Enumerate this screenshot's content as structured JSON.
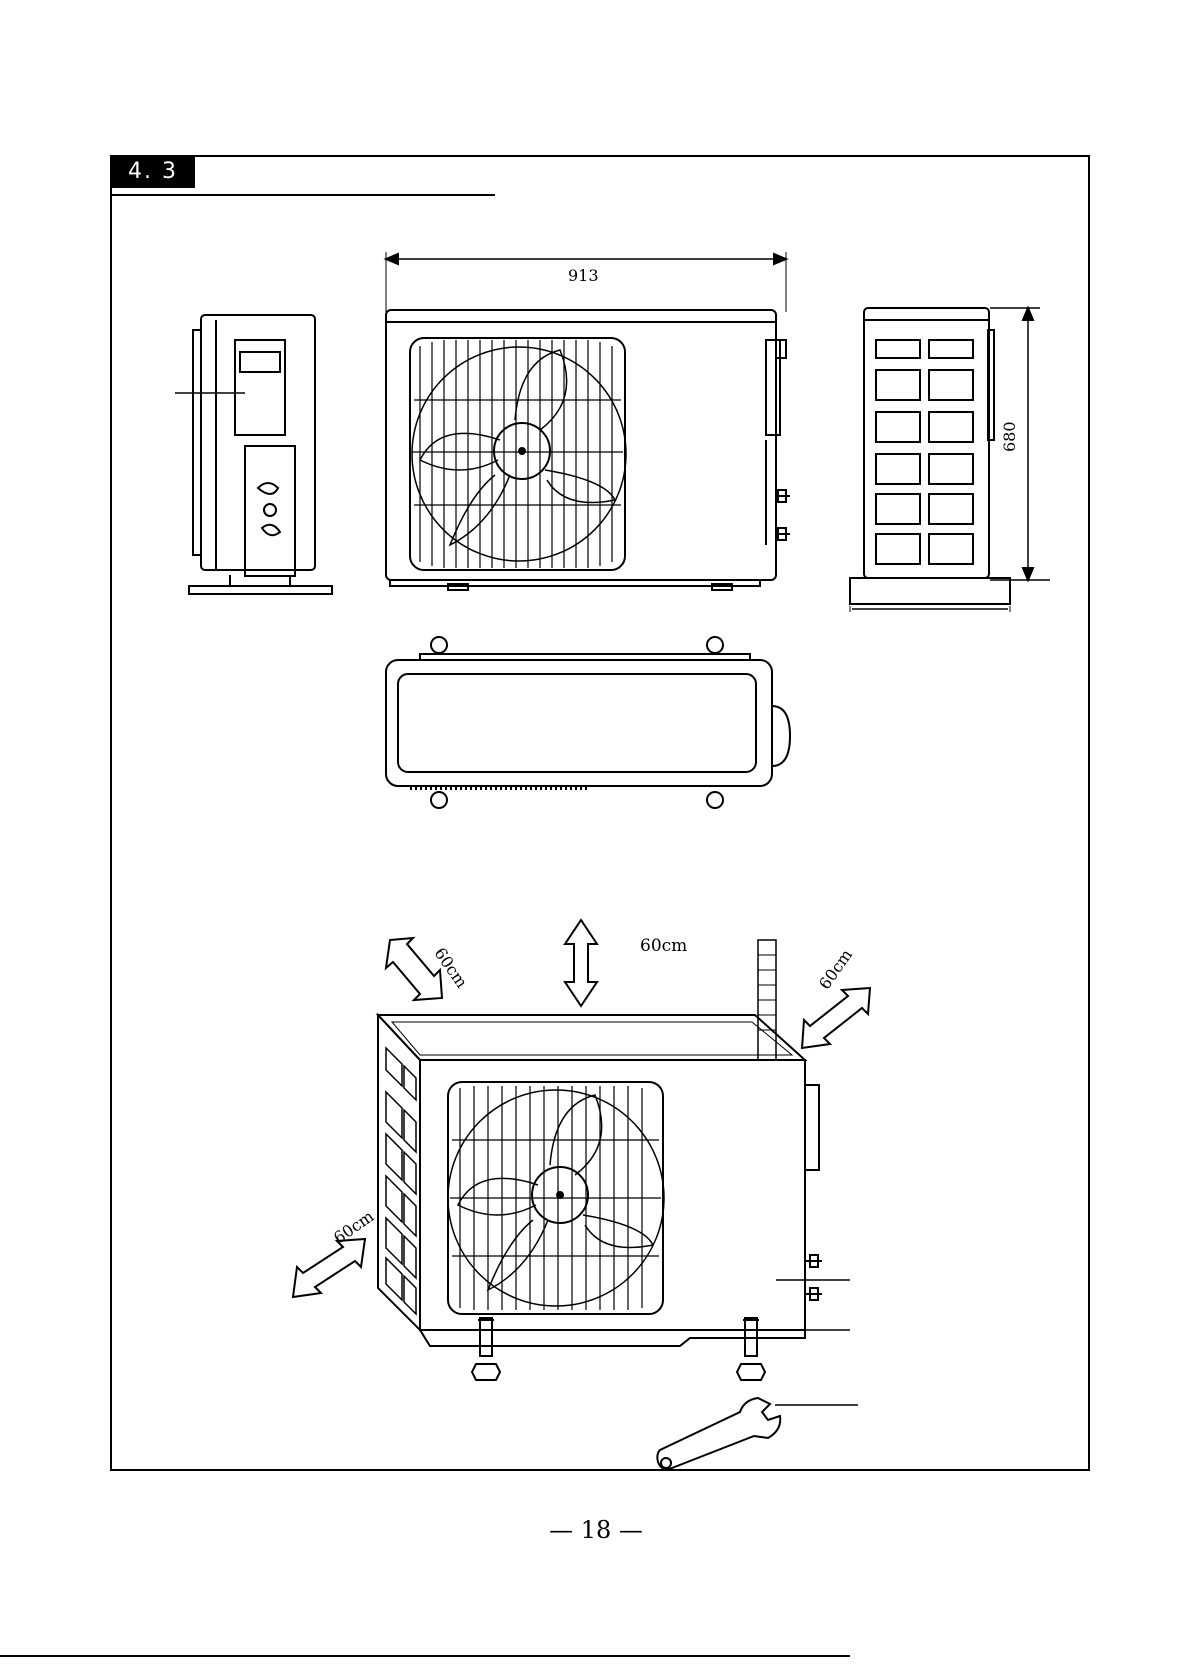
{
  "section": {
    "number": "4. 3"
  },
  "dimensions": {
    "width_mm": "913",
    "height_mm": "680"
  },
  "clearances": {
    "top": "60cm",
    "top_left": "60cm",
    "top_right": "60cm",
    "left": "60cm"
  },
  "page": {
    "number": "— 18 —"
  }
}
